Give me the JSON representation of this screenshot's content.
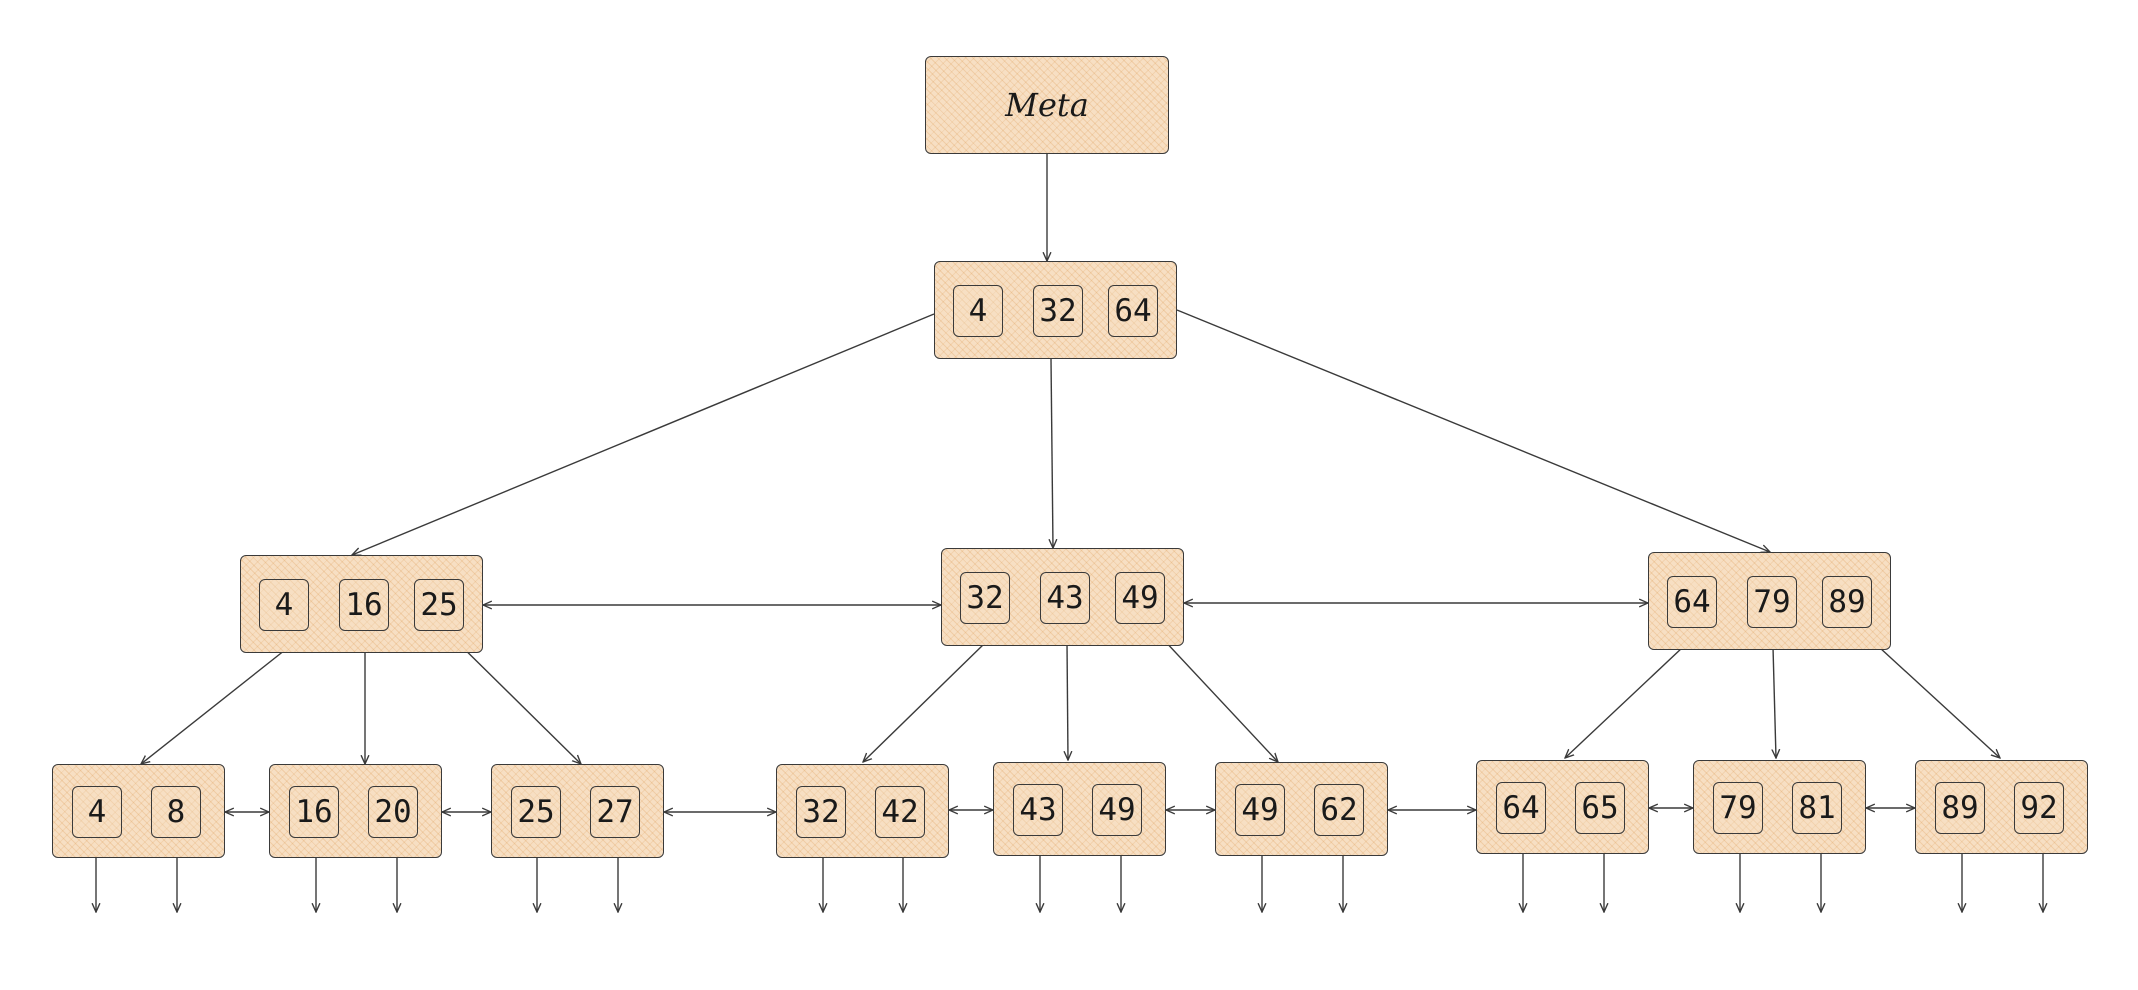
{
  "diagram": {
    "line_color": "#3a3a3a",
    "node_fill": "#f7dfc3",
    "meta": {
      "label": "Meta"
    },
    "root": {
      "keys": [
        "4",
        "32",
        "64"
      ]
    },
    "internal": [
      {
        "keys": [
          "4",
          "16",
          "25"
        ]
      },
      {
        "keys": [
          "32",
          "43",
          "49"
        ]
      },
      {
        "keys": [
          "64",
          "79",
          "89"
        ]
      }
    ],
    "leaves": [
      {
        "keys": [
          "4",
          "8"
        ]
      },
      {
        "keys": [
          "16",
          "20"
        ]
      },
      {
        "keys": [
          "25",
          "27"
        ]
      },
      {
        "keys": [
          "32",
          "42"
        ]
      },
      {
        "keys": [
          "43",
          "49"
        ]
      },
      {
        "keys": [
          "49",
          "62"
        ]
      },
      {
        "keys": [
          "64",
          "65"
        ]
      },
      {
        "keys": [
          "79",
          "81"
        ]
      },
      {
        "keys": [
          "89",
          "92"
        ]
      }
    ]
  }
}
